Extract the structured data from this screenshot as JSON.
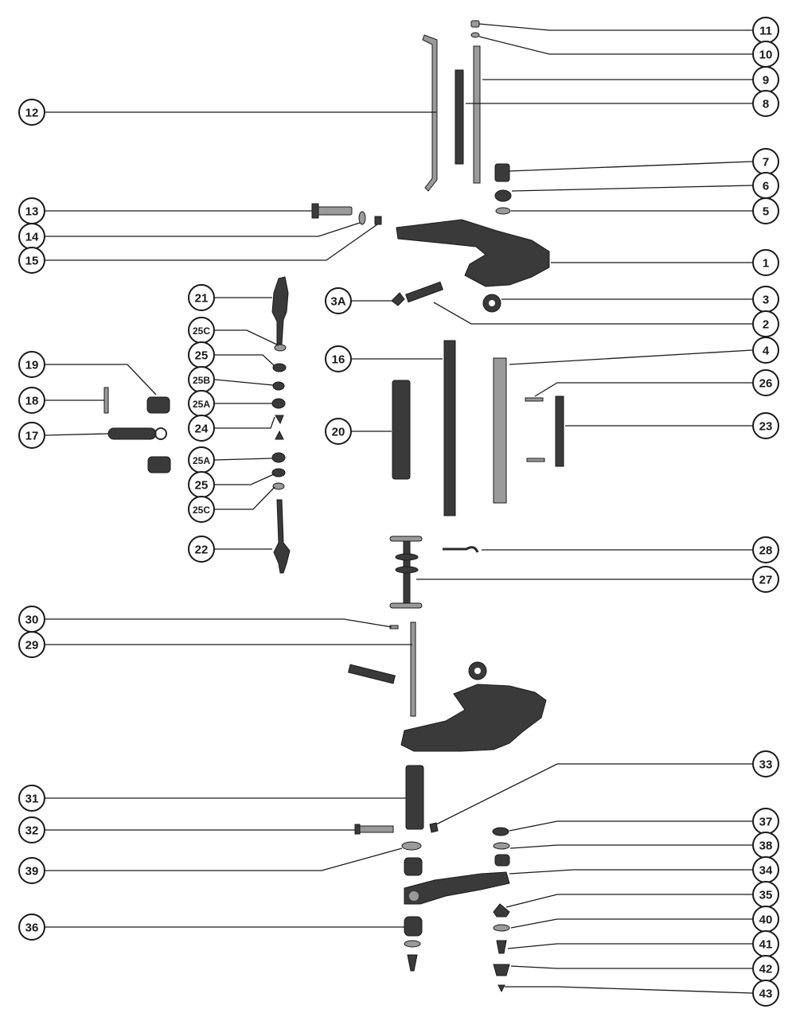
{
  "callouts": [
    {
      "label": "11"
    },
    {
      "label": "10"
    },
    {
      "label": "9"
    },
    {
      "label": "8"
    },
    {
      "label": "12"
    },
    {
      "label": "7"
    },
    {
      "label": "6"
    },
    {
      "label": "13"
    },
    {
      "label": "5"
    },
    {
      "label": "14"
    },
    {
      "label": "15"
    },
    {
      "label": "1"
    },
    {
      "label": "21"
    },
    {
      "label": "3A"
    },
    {
      "label": "3"
    },
    {
      "label": "2"
    },
    {
      "label": "25C"
    },
    {
      "label": "25"
    },
    {
      "label": "16"
    },
    {
      "label": "4"
    },
    {
      "label": "19"
    },
    {
      "label": "25B"
    },
    {
      "label": "26"
    },
    {
      "label": "18"
    },
    {
      "label": "25A"
    },
    {
      "label": "17"
    },
    {
      "label": "24"
    },
    {
      "label": "20"
    },
    {
      "label": "23"
    },
    {
      "label": "25A"
    },
    {
      "label": "25"
    },
    {
      "label": "25C"
    },
    {
      "label": "22"
    },
    {
      "label": "28"
    },
    {
      "label": "27"
    },
    {
      "label": "30"
    },
    {
      "label": "29"
    },
    {
      "label": "33"
    },
    {
      "label": "31"
    },
    {
      "label": "37"
    },
    {
      "label": "32"
    },
    {
      "label": "38"
    },
    {
      "label": "39"
    },
    {
      "label": "34"
    },
    {
      "label": "35"
    },
    {
      "label": "40"
    },
    {
      "label": "36"
    },
    {
      "label": "41"
    },
    {
      "label": "42"
    },
    {
      "label": "43"
    }
  ]
}
